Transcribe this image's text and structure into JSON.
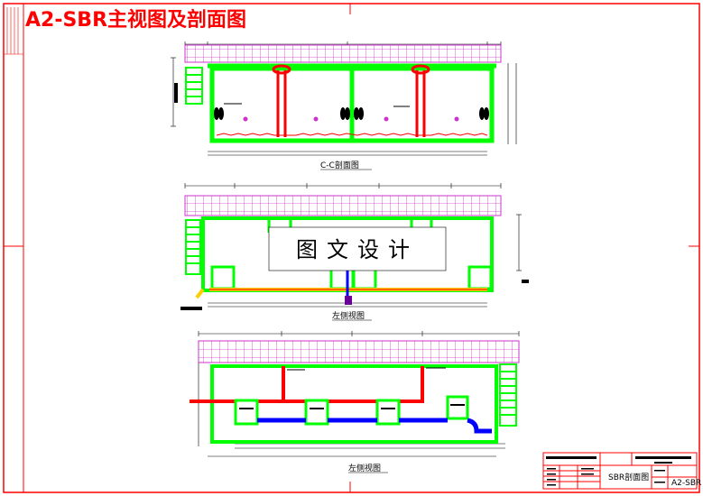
{
  "header": {
    "title": "A2-SBR主视图及剖面图"
  },
  "views": {
    "top_label": "C-C剖面图",
    "middle_label": "左侧视图",
    "bottom_label": "左侧视图"
  },
  "watermark": {
    "text": "图文设计"
  },
  "title_block": {
    "drawing_name": "SBR剖面图",
    "sheet_code": "A2-SBR"
  },
  "colors": {
    "frame": "#ff0000",
    "wall": "#00ff00",
    "slab": "#cc33cc",
    "pipe_red": "#ff0000",
    "pipe_blue": "#0000ff",
    "pipe_yellow": "#ffcc00",
    "ink": "#000000"
  }
}
